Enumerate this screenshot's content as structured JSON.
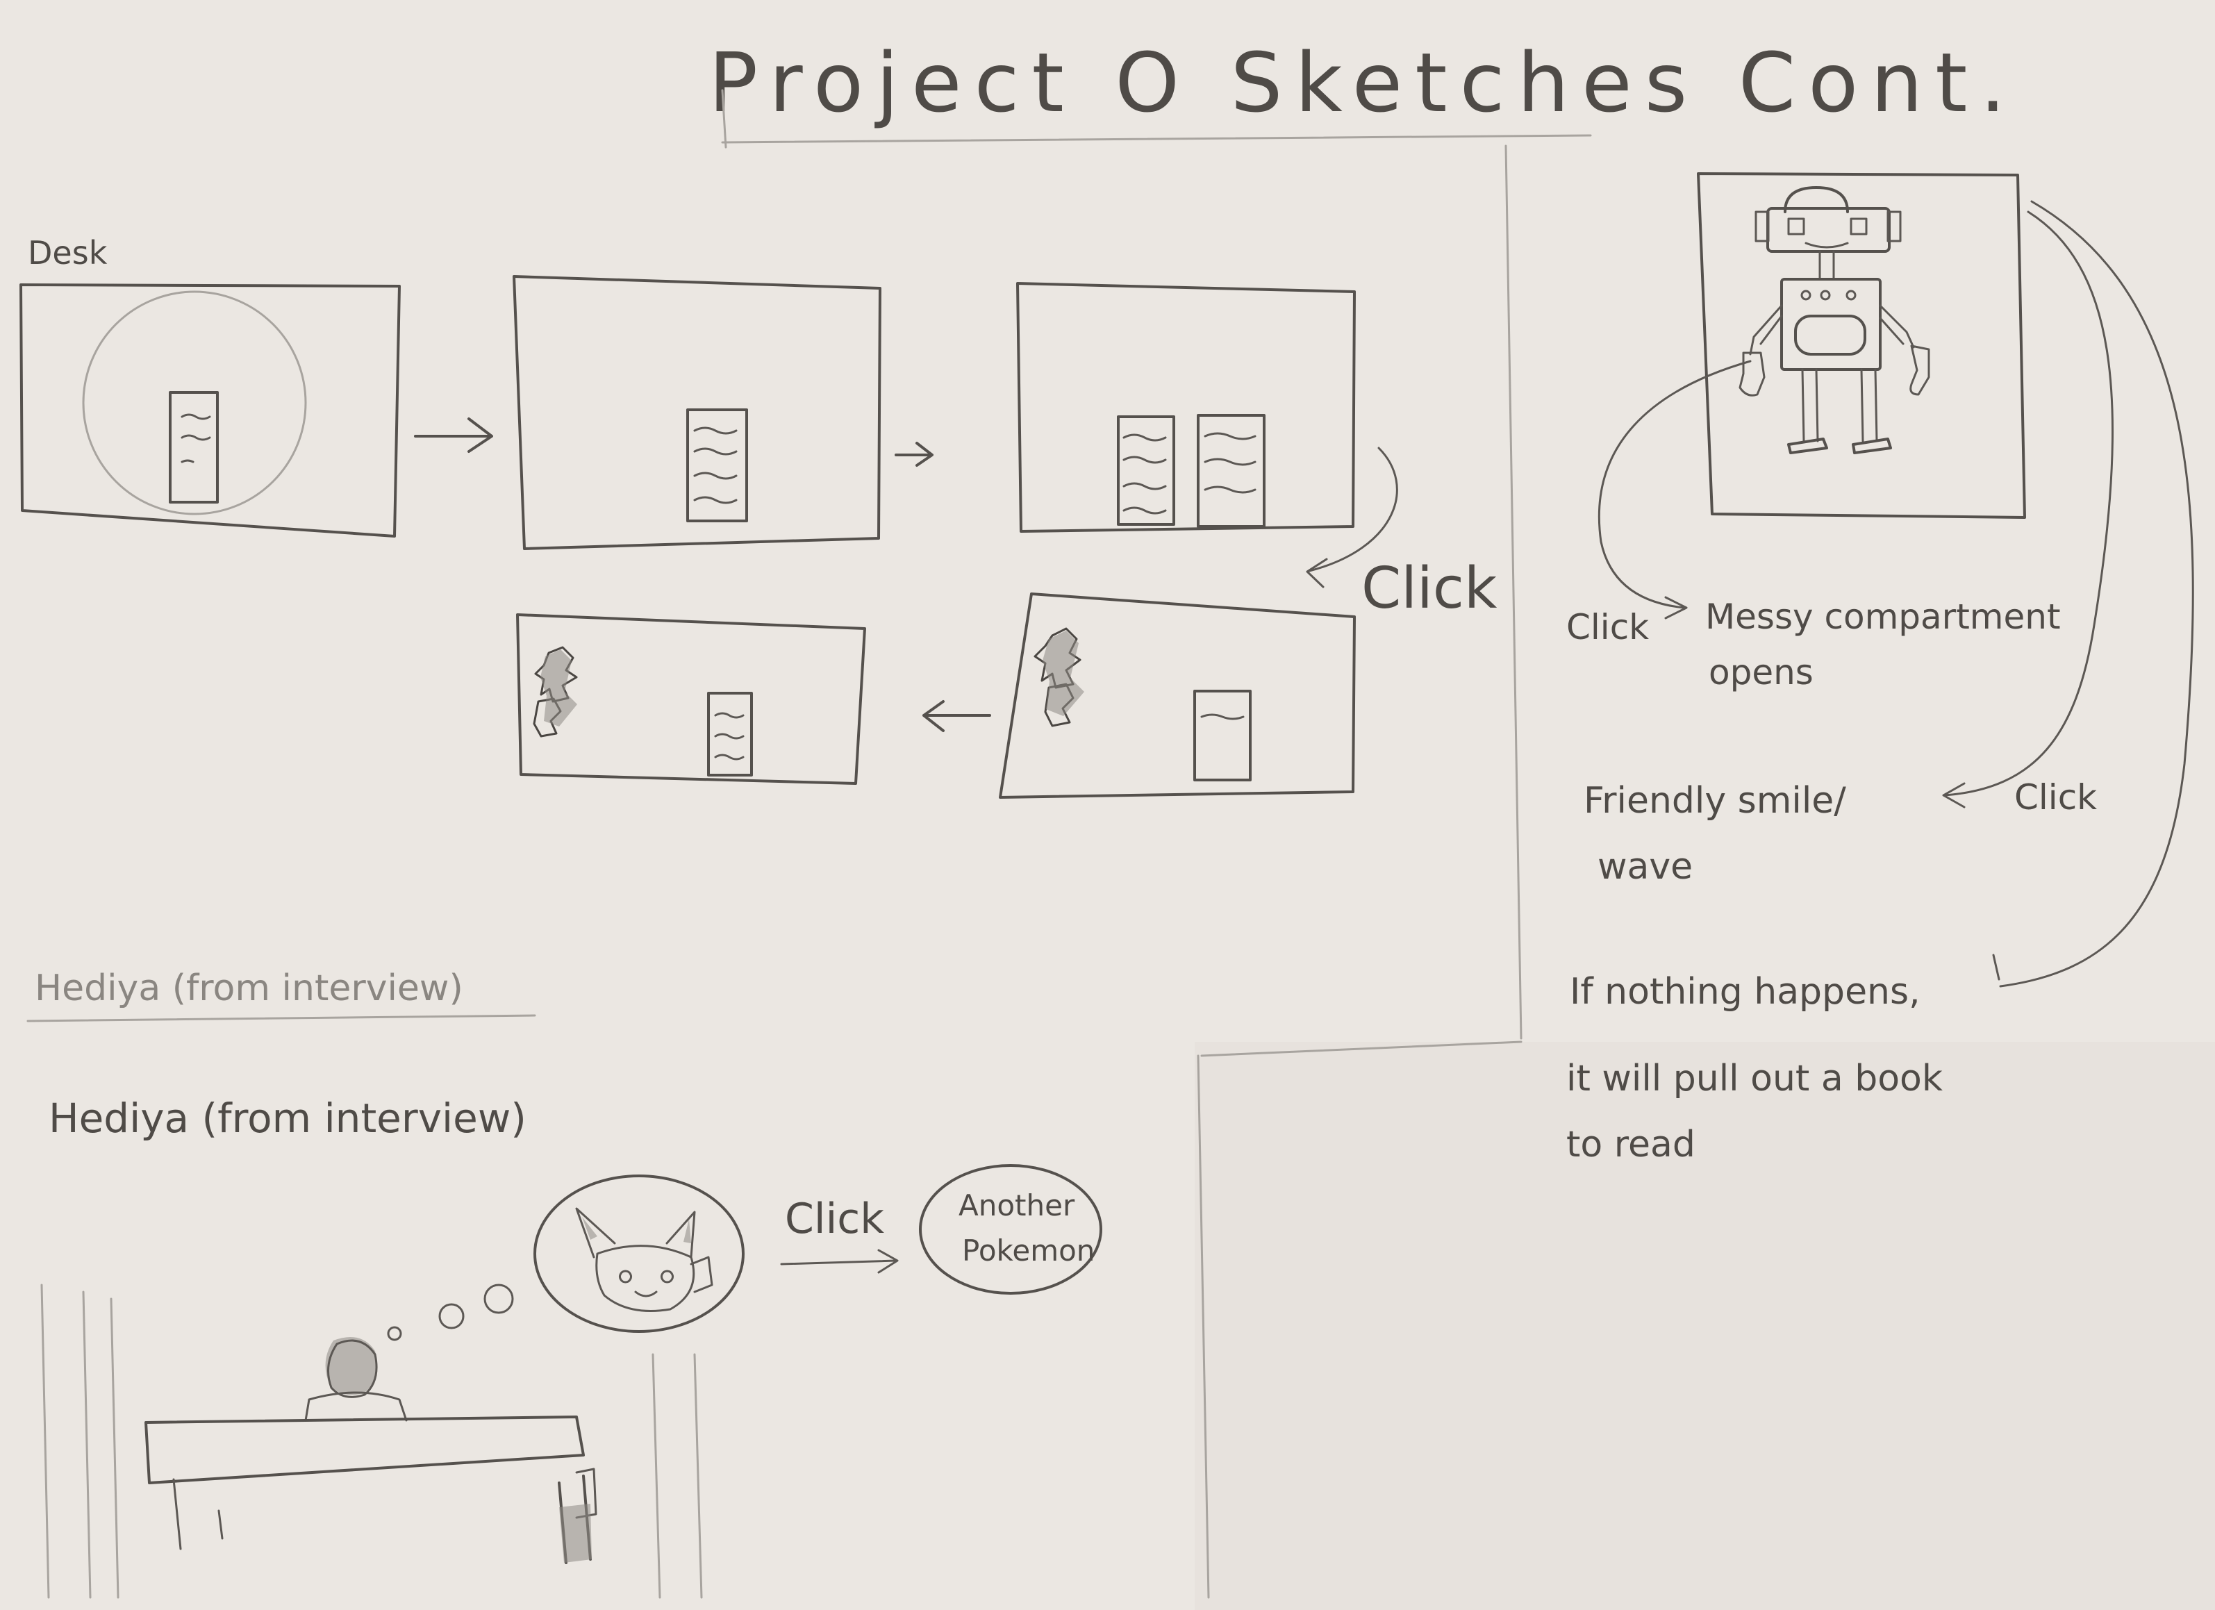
{
  "title": "Project O Sketches Cont.",
  "desk_label": "Desk",
  "flow_click": "Click",
  "hediya_faint": "Hediya (from interview)",
  "hediya_label": "Hediya (from interview)",
  "pokemon_click": "Click",
  "another_pokemon": [
    "Another",
    "Pokemon"
  ],
  "robot": {
    "left_click": "Click",
    "messy": [
      "Messy compartment",
      "opens"
    ],
    "right_click": "Click",
    "friendly": [
      "Friendly smile/",
      "wave"
    ],
    "nothing": [
      "If nothing happens,",
      "it will pull out a book",
      "to read"
    ]
  }
}
